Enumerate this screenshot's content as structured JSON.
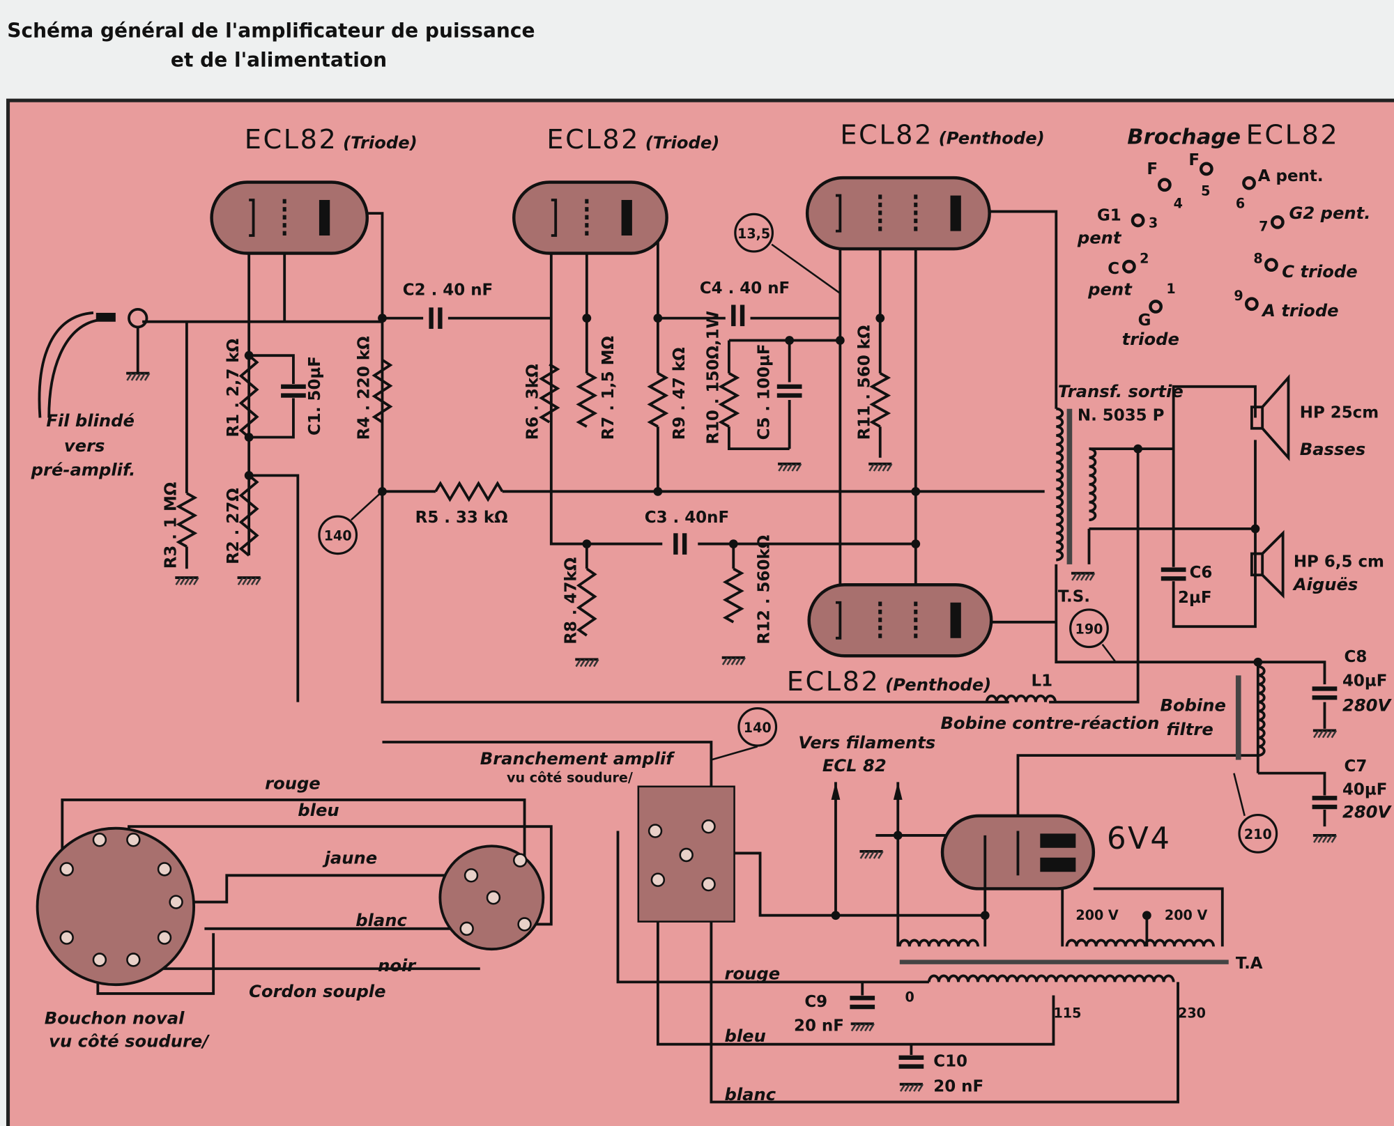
{
  "title": {
    "line1": "Schéma général de l'amplificateur de puissance",
    "line2": "et de l'alimentation"
  },
  "colors": {
    "paper": "#e89c9c",
    "ink": "#111111",
    "tube_fill": "#a8706e",
    "header_bg": "#eef0f0"
  },
  "tubes": {
    "t1": {
      "name": "ECL82",
      "type": "(Triode)"
    },
    "t2": {
      "name": "ECL82",
      "type": "(Triode)"
    },
    "t3": {
      "name": "ECL82",
      "type": "(Penthode)"
    },
    "t4": {
      "name": "ECL82",
      "type": "(Penthode)"
    },
    "rect": {
      "name": "6V4"
    }
  },
  "pinout": {
    "title_a": "Brochage",
    "title_b": "ECL82",
    "pins": [
      {
        "num": "1",
        "label": "G",
        "sub": "triode"
      },
      {
        "num": "2",
        "label": "C",
        "sub": "pent"
      },
      {
        "num": "3",
        "label": "G1",
        "sub": "pent"
      },
      {
        "num": "4",
        "label": "F",
        "sub": ""
      },
      {
        "num": "5",
        "label": "F",
        "sub": ""
      },
      {
        "num": "6",
        "label": "A pent.",
        "sub": ""
      },
      {
        "num": "7",
        "label": "G2 pent.",
        "sub": ""
      },
      {
        "num": "8",
        "label": "C triode",
        "sub": ""
      },
      {
        "num": "9",
        "label": "A triode",
        "sub": ""
      }
    ]
  },
  "components": {
    "C1": "C1. 50µF",
    "C2": "C2 . 40 nF",
    "C3": "C3 . 40nF",
    "C4": "C4 . 40 nF",
    "C5": "C5 . 100µF",
    "C6a": "C6",
    "C6b": "2µF",
    "C7a": "C7",
    "C7b": "40µF",
    "C7c": "280V",
    "C8a": "C8",
    "C8b": "40µF",
    "C8c": "280V",
    "C9a": "C9",
    "C9b": "20 nF",
    "C10a": "C10",
    "C10b": "20 nF",
    "R1": "R1 . 2,7 kΩ",
    "R2": "R2 . 27Ω",
    "R3": "R3 . 1 MΩ",
    "R4": "R4 . 220 kΩ",
    "R5": "R5 . 33 kΩ",
    "R6": "R6 . 3kΩ",
    "R7": "R7 . 1,5 MΩ",
    "R8": "R8 . 47kΩ",
    "R9": "R9 . 47 kΩ",
    "R10": "R10 . 150Ω,1W",
    "R11": "R11 . 560 kΩ",
    "R12": "R12 . 560kΩ",
    "L1": "L1"
  },
  "tags": {
    "v135": "13,5",
    "v140a": "140",
    "v140b": "140",
    "v190": "190",
    "v210": "210"
  },
  "labels": {
    "fil1": "Fil blindé",
    "fil2": "vers",
    "fil3": "pré-amplif.",
    "ts1": "Transf. sortie",
    "ts2": "N. 5035 P",
    "ts3": "T.S.",
    "hp1a": "HP 25cm",
    "hp1b": "Basses",
    "hp2a": "HP 6,5 cm",
    "hp2b": "Aiguës",
    "bcr": "Bobine contre-réaction",
    "bf1": "Bobine",
    "bf2": "filtre",
    "vf1": "Vers filaments",
    "vf2": "ECL 82",
    "ba1": "Branchement amplif",
    "ba2": "vu côté soudure/",
    "v200a": "200 V",
    "v200b": "200 V",
    "ta": "T.A",
    "t0": "0",
    "t115": "115",
    "t230": "230",
    "bn1": "Bouchon noval",
    "bn2": "vu côté soudure/",
    "cord": "Cordon souple",
    "w_rouge": "rouge",
    "w_bleu": "bleu",
    "w_jaune": "jaune",
    "w_blanc": "blanc",
    "w_noir": "noir",
    "w2_rouge": "rouge",
    "w2_bleu": "bleu",
    "w2_blanc": "blanc"
  }
}
